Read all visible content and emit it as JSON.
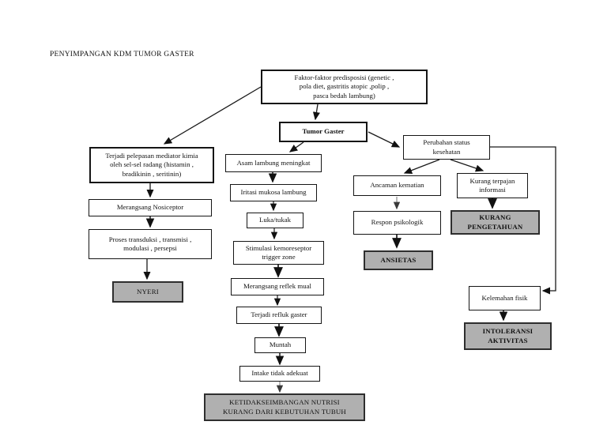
{
  "page": {
    "title": "PENYIMPANGAN KDM TUMOR GASTER"
  },
  "nodes": {
    "faktor_predisposisi": {
      "text": "Faktor-faktor predisposisi (genetic ,\npola diet, gastritis atopic ,polip ,\npasca bedah lambung)"
    },
    "tumor_gaster": {
      "text": "Tumor Gaster"
    },
    "pelepasan_mediator": {
      "text": "Terjadi pelepasan mediator kimia\noleh sel-sel radang (histamin ,\nbradikinin , seritinin)"
    },
    "merangsang_nosiceptor": {
      "text": "Merangsang Nosiceptor"
    },
    "proses_transduksi": {
      "text": "Proses transduksi , transmisi ,\nmodulasi , persepsi"
    },
    "nyeri": {
      "text": "NYERI"
    },
    "asam_lambung": {
      "text": "Asam lambung meningkat"
    },
    "iritasi_mukosa": {
      "text": "Iritasi mukosa lambung"
    },
    "luka_tukak": {
      "text": "Luka/tukak"
    },
    "stimulasi_kemoreseptor": {
      "text": "Stimulasi kemoreseptor\ntrigger zone"
    },
    "merangsang_reflek_mual": {
      "text": "Merangsang reflek mual"
    },
    "terjadi_refluk_gaster": {
      "text": "Terjadi refluk gaster"
    },
    "muntah": {
      "text": "Muntah"
    },
    "intake_tidak_adekuat": {
      "text": "Intake tidak adekuat"
    },
    "ketidakseimbangan_nutrisi": {
      "text": "KETIDAKSEIMBANGAN NUTRISI\nKURANG DARI KEBUTUHAN TUBUH"
    },
    "perubahan_status": {
      "text": "Perubahan status\nkesehatan"
    },
    "ancaman_kematian": {
      "text": "Ancaman kematian"
    },
    "respon_psikologik": {
      "text": "Respon psikologik"
    },
    "ansietas": {
      "text": "ANSIETAS"
    },
    "kurang_terpajan": {
      "text": "Kurang terpajan\ninformasi"
    },
    "kurang_pengetahuan": {
      "text": "KURANG\nPENGETAHUAN"
    },
    "kelemahan_fisik": {
      "text": "Kelemahan fisik"
    },
    "intoleransi_aktivitas": {
      "text": "INTOLERANSI\nAKTIVITAS"
    }
  },
  "colors": {
    "diagnosis_fill": "#b0b0b0",
    "line": "#1a1a1a",
    "background": "#ffffff"
  }
}
